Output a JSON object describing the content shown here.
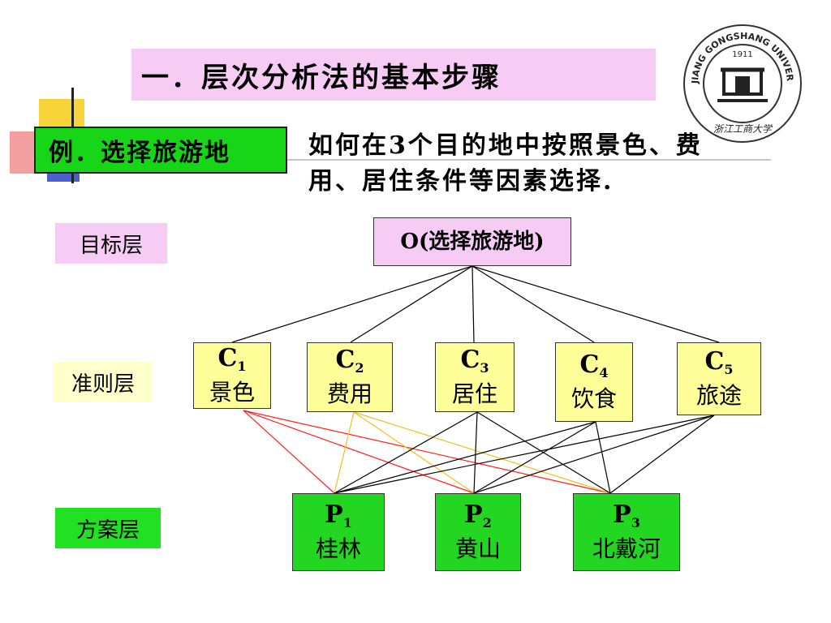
{
  "title": "一．层次分析法的基本步骤",
  "example_label": "例．选择旅游地",
  "question": "如何在3个目的地中按照景色、费用、居住条件等因素选择.",
  "layers": {
    "goal": "目标层",
    "criteria": "准则层",
    "plan": "方案层"
  },
  "goal_node": {
    "text": "O(选择旅游地)"
  },
  "criteria": [
    {
      "code": "C",
      "sub": "1",
      "name": "景色"
    },
    {
      "code": "C",
      "sub": "2",
      "name": "费用"
    },
    {
      "code": "C",
      "sub": "3",
      "name": "居住"
    },
    {
      "code": "C",
      "sub": "4",
      "name": "饮食"
    },
    {
      "code": "C",
      "sub": "5",
      "name": "旅途"
    }
  ],
  "plans": [
    {
      "code": "P",
      "sub": "1",
      "name": "桂林"
    },
    {
      "code": "P",
      "sub": "2",
      "name": "黄山"
    },
    {
      "code": "P",
      "sub": "3",
      "name": "北戴河"
    }
  ],
  "logo": {
    "outer_text": "ZHEJIANG GONGSHANG UNIVERSITY",
    "year": "1911",
    "inner_text": "浙江工商大学"
  },
  "colors": {
    "criterion1_links": "#ff2020",
    "criterion2_links": "#f0c020",
    "other_links": "#000000"
  }
}
